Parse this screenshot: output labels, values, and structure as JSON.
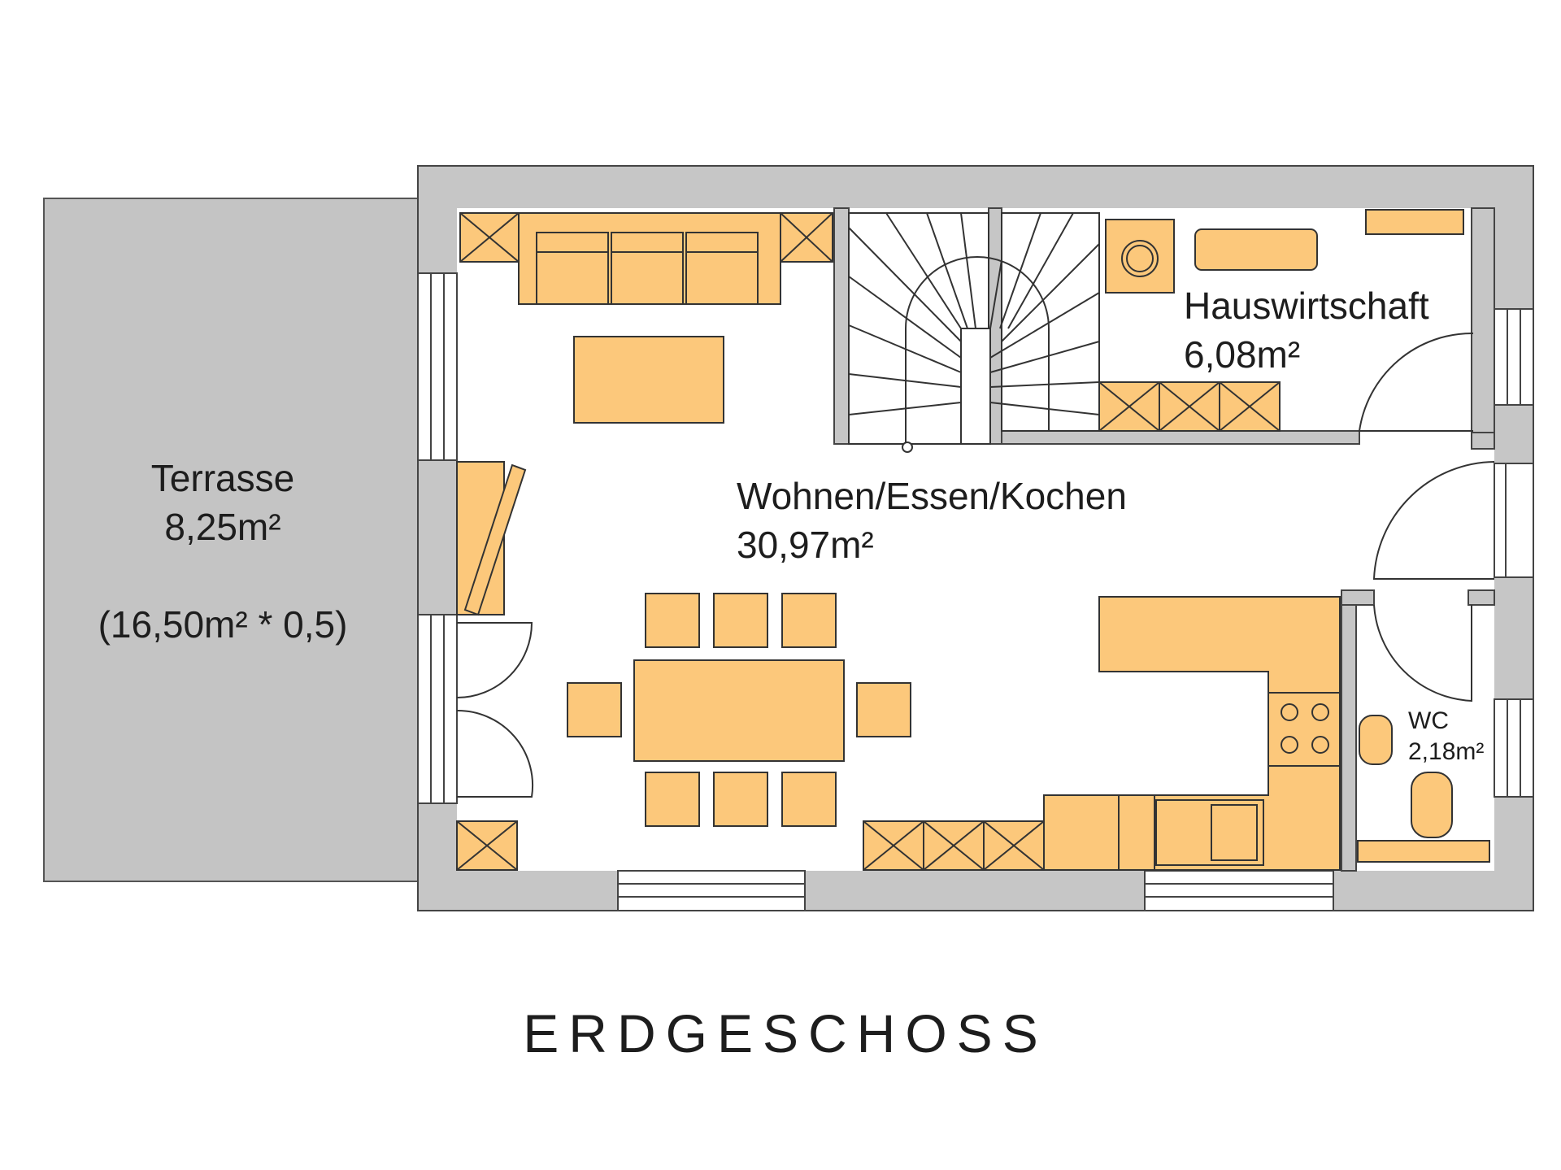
{
  "title": "ERDGESCHOSS",
  "colors": {
    "wall": "#c6c6c6",
    "furniture": "#fcc87b",
    "line": "#3a3a3a",
    "terrace": "#c4c4c4",
    "floor": "#ffffff"
  },
  "rooms": {
    "terrace": {
      "name": "Terrasse",
      "area": "8,25m²",
      "note": "(16,50m² * 0,5)"
    },
    "living": {
      "name": "Wohnen/Essen/Kochen",
      "area": "30,97m²"
    },
    "utility": {
      "name": "Hauswirtschaft",
      "area": "6,08m²"
    },
    "wc": {
      "name": "WC",
      "area": "2,18m²"
    }
  }
}
